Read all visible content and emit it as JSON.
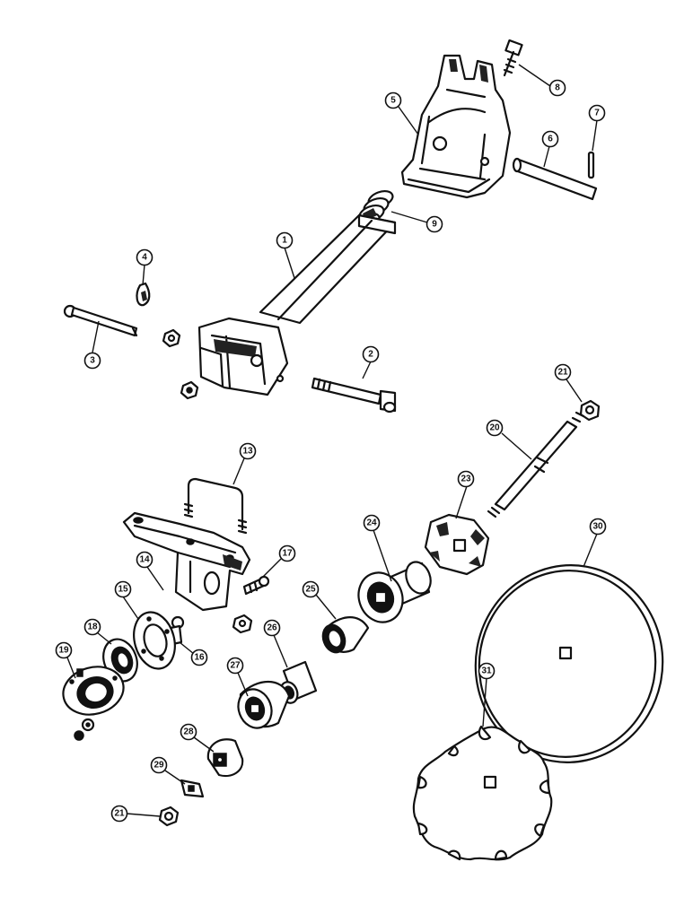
{
  "callouts": [
    {
      "label": "1"
    },
    {
      "label": "2"
    },
    {
      "label": "3"
    },
    {
      "label": "4"
    },
    {
      "label": "5"
    },
    {
      "label": "6"
    },
    {
      "label": "7"
    },
    {
      "label": "8"
    },
    {
      "label": "9"
    },
    {
      "label": "13"
    },
    {
      "label": "14"
    },
    {
      "label": "15"
    },
    {
      "label": "16"
    },
    {
      "label": "17"
    },
    {
      "label": "18"
    },
    {
      "label": "19"
    },
    {
      "label": "20"
    },
    {
      "label": "21"
    },
    {
      "label": "23"
    },
    {
      "label": "24"
    },
    {
      "label": "25"
    },
    {
      "label": "26"
    },
    {
      "label": "27"
    },
    {
      "label": "28"
    },
    {
      "label": "29"
    },
    {
      "label": "30"
    },
    {
      "label": "31"
    },
    {
      "label": "21"
    }
  ]
}
